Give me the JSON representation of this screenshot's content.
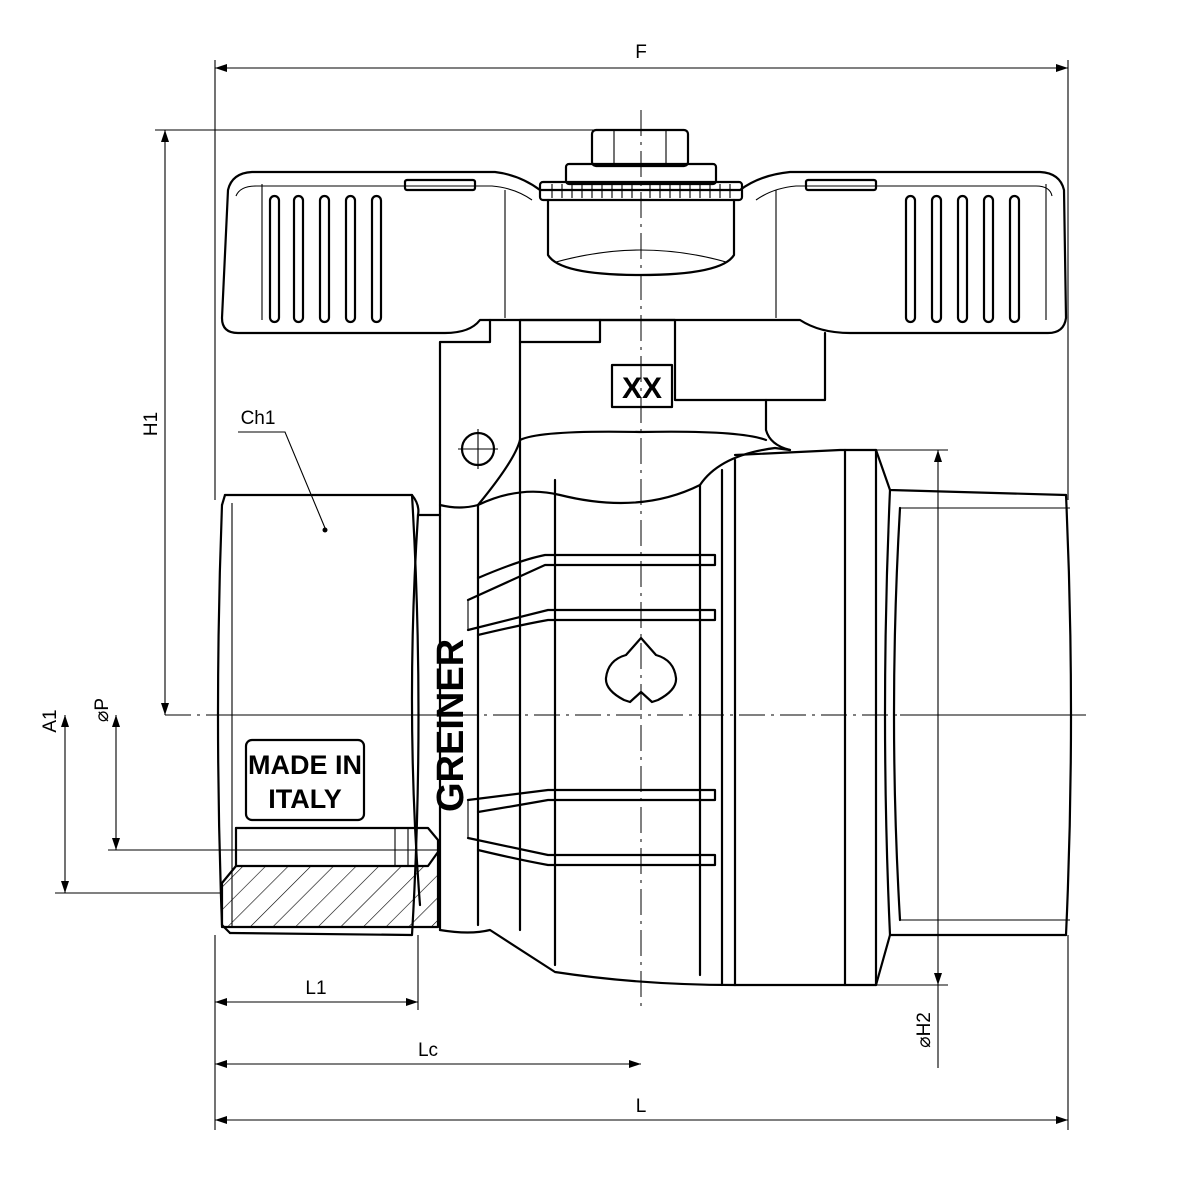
{
  "drawing": {
    "dimensions": {
      "F": "F",
      "H1": "H1",
      "H2": "⌀H2",
      "P": "⌀P",
      "A1": "A1",
      "L1": "L1",
      "Lc": "Lc",
      "L": "L",
      "Ch1": "Ch1"
    },
    "body_markings": {
      "brand": "GREINER",
      "origin_line1": "MADE IN",
      "origin_line2": "ITALY",
      "size_code": "XX"
    }
  }
}
